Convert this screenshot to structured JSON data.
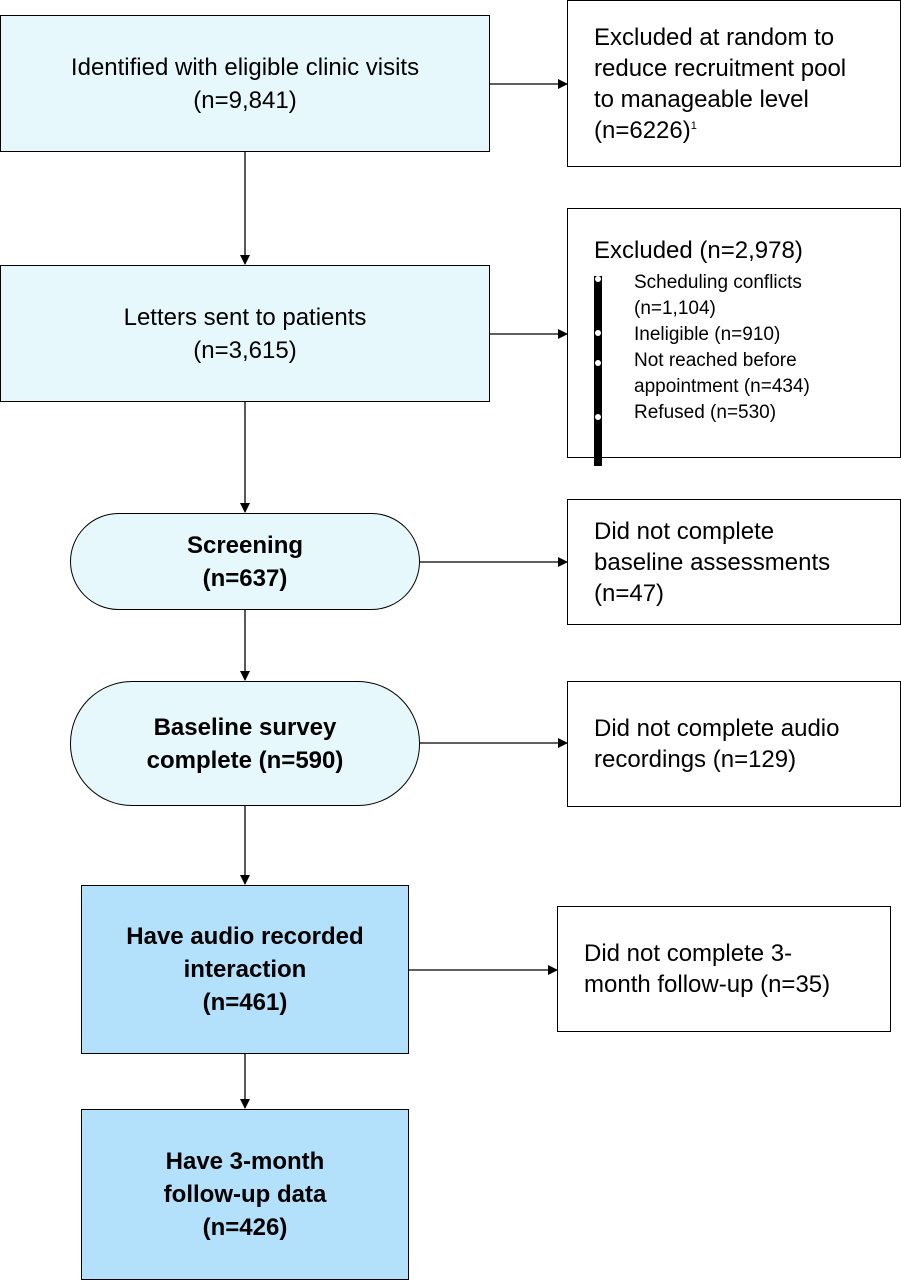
{
  "nodes": {
    "identified": {
      "line1": "Identified with eligible clinic visits",
      "line2": "(n=9,841)"
    },
    "letters": {
      "line1": "Letters sent to patients",
      "line2": "(n=3,615)"
    },
    "screening": {
      "line1": "Screening",
      "line2": "(n=637)"
    },
    "baseline": {
      "line1": "Baseline survey",
      "line2": "complete (n=590)"
    },
    "audio": {
      "line1": "Have audio recorded",
      "line2": "interaction",
      "line3": "(n=461)"
    },
    "followup": {
      "line1": "Have 3-month",
      "line2": "follow-up data",
      "line3": "(n=426)"
    }
  },
  "exclusions": {
    "random": {
      "line1": "Excluded at random to",
      "line2": "reduce recruitment pool",
      "line3": "to manageable level",
      "line4": "(n=6226)",
      "footnote": "1"
    },
    "excluded": {
      "title": "Excluded (n=2,978)",
      "items": [
        {
          "line1": "Scheduling conflicts",
          "line2": "(n=1,104)"
        },
        {
          "line1": "Ineligible (n=910)"
        },
        {
          "line1": "Not reached before",
          "line2": "appointment (n=434)"
        },
        {
          "line1": "Refused (n=530)"
        }
      ]
    },
    "baseline_incomplete": {
      "line1": "Did not complete",
      "line2": "baseline assessments",
      "line3": "(n=47)"
    },
    "audio_incomplete": {
      "line1": "Did not complete audio",
      "line2": "recordings (n=129)"
    },
    "followup_incomplete": {
      "line1": "Did not complete 3-",
      "line2": "month follow-up (n=35)"
    }
  }
}
